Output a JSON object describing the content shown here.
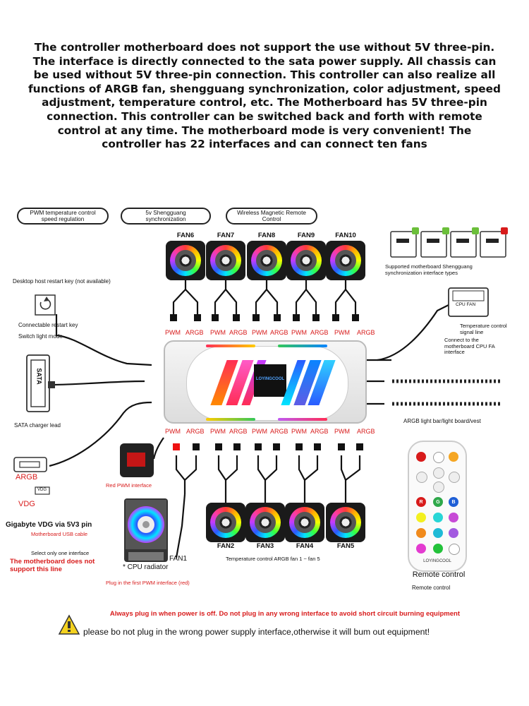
{
  "intro": "The controller motherboard does not support the use without 5V three-pin. The interface is directly connected to the sata power supply. All chassis can be used without 5V three-pin connection. This controller can also realize all functions of ARGB fan, shengguang synchronization, color adjustment, speed adjustment, temperature control, etc. The Motherboard has 5V three-pin connection. This controller can be switched back and forth with remote control at any time. The motherboard mode is very convenient! The controller has 22 interfaces and can connect ten fans",
  "pills": {
    "pwm": "PWM temperature control speed regulation",
    "sync": "5v Shengguang synchronization",
    "wireless": "Wireless Magnetic Remote Control"
  },
  "top_fans": [
    "FAN6",
    "FAN7",
    "FAN8",
    "FAN9",
    "FAN10"
  ],
  "bottom_fans": [
    "FAN2",
    "FAN3",
    "FAN4",
    "FAN5"
  ],
  "top_connectors": [
    "PWM",
    "ARGB",
    "PWM",
    "ARGB",
    "PWM",
    "ARGB",
    "PWM",
    "ARGB",
    "PWM",
    "ARGB"
  ],
  "bottom_connectors": [
    "PWM",
    "ARGB",
    "PWM",
    "ARGB",
    "PWM",
    "ARGB",
    "PWM",
    "ARGB",
    "PWM",
    "ARGB"
  ],
  "labels": {
    "restart_key": "Desktop host restart key (not available)",
    "connectable_restart": "Connectable restart key",
    "switch_light": "Switch light mode",
    "sata": "SATA",
    "sata_lead": "SATA charger lead",
    "argb": "ARGB",
    "vdg": "VDG",
    "gigabyte": "Gigabyte VDG via 5V3 pin",
    "usb_cable": "Motherboard USB cable",
    "select_only": "Select only one interface",
    "not_support": "The motherboard does not support this line",
    "red_pwm": "Red PWM interface",
    "cpu_radiator": "* CPU radiator",
    "fan1": "FAN1",
    "plug_first": "Plug in the first PWM interface (red)",
    "temp_fans": "Temperature control ARGB fan 1 ~ fan 5",
    "supported_types": "Supported motherboard Shengguang synchronization interface types",
    "temp_signal": "Temperature control signal line",
    "connect_cpu": "Connect to the motherboard CPU FA interface",
    "cpu_fan_chip": "CPU FAN",
    "argb_bar": "ARGB light bar/light board/vest",
    "remote_brand": "LOYINGCOOL",
    "remote_title": "Remote control",
    "remote_caption": "Remote control",
    "controller_brand": "LOYINGCOOL",
    "warning_red": "Always plug in when power is off. Do not plug in any wrong interface to avoid short circuit burning equipment",
    "warning_black": "please bo not plug in the wrong power supply interface,otherwise it will bum out equipment!"
  },
  "remote_letters": [
    "R",
    "G",
    "B"
  ],
  "colors": {
    "accent_red": "#d81b1b",
    "warning_yellow": "#f4d21f"
  }
}
